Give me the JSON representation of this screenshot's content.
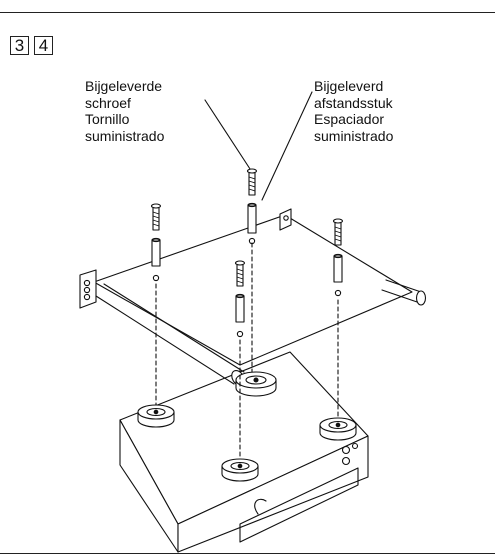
{
  "step_numbers": [
    "3",
    "4"
  ],
  "callouts": {
    "screw": [
      "Bijgeleverde",
      "schroef",
      "Tornillo",
      "suministrado"
    ],
    "spacer": [
      "Bijgeleverd",
      "afstandsstuk",
      "Espaciador",
      "suministrado"
    ]
  }
}
